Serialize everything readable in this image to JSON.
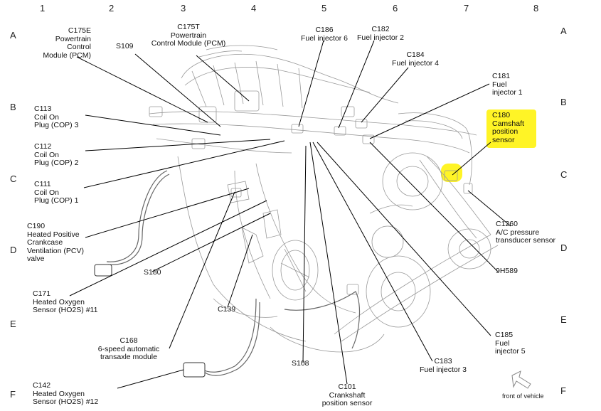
{
  "grid": {
    "columns": [
      "1",
      "2",
      "3",
      "4",
      "5",
      "6",
      "7",
      "8"
    ],
    "rows": [
      "A",
      "B",
      "C",
      "D",
      "E",
      "F"
    ]
  },
  "labels": {
    "c175e": [
      "C175E",
      "Powertrain",
      "Control",
      "Module (PCM)"
    ],
    "c175t": [
      "C175T",
      "Powertrain",
      "Control Module (PCM)"
    ],
    "s109": [
      "S109"
    ],
    "c186": [
      "C186",
      "Fuel injector 6"
    ],
    "c182": [
      "C182",
      "Fuel injector 2"
    ],
    "c184": [
      "C184",
      "Fuel injector 4"
    ],
    "c181": [
      "C181",
      "Fuel",
      "injector 1"
    ],
    "c180": [
      "C180",
      "Camshaft",
      "position",
      "sensor"
    ],
    "c113": [
      "C113",
      "Coil On",
      "Plug (COP) 3"
    ],
    "c112": [
      "C112",
      "Coil On",
      "Plug (COP) 2"
    ],
    "c111": [
      "C111",
      "Coil On",
      "Plug (COP) 1"
    ],
    "c190": [
      "C190",
      "Heated Positive",
      "Crankcase",
      "Ventilation (PCV)",
      "valve"
    ],
    "s180": [
      "S180"
    ],
    "c171": [
      "C171",
      "Heated Oxygen",
      "Sensor (HO2S) #11"
    ],
    "c139": [
      "C139"
    ],
    "c168": [
      "C168",
      "6-speed automatic",
      "transaxle module"
    ],
    "c142": [
      "C142",
      "Heated Oxygen",
      "Sensor (HO2S) #12"
    ],
    "s108": [
      "S108"
    ],
    "c101": [
      "C101",
      "Crankshaft",
      "position sensor"
    ],
    "c183": [
      "C183",
      "Fuel injector 3"
    ],
    "c185": [
      "C185",
      "Fuel",
      "injector 5"
    ],
    "h9589": [
      "9H589"
    ],
    "c1260": [
      "C1260",
      "A/C pressure",
      "transducer sensor"
    ]
  },
  "front_of_vehicle": "front of vehicle",
  "highlight_color": "#fff200"
}
